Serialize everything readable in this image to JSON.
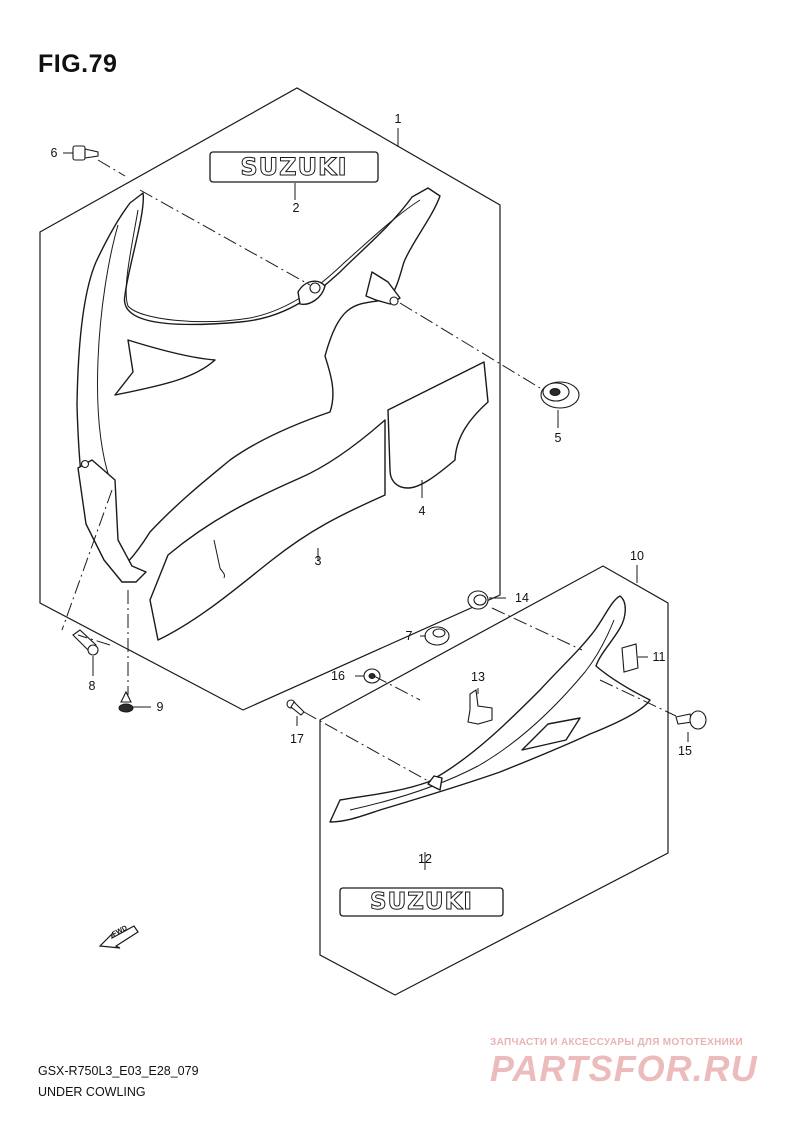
{
  "figure": {
    "title": "FIG.79"
  },
  "emblems": {
    "upper": "SUZUKI",
    "lower": "SUZUKI"
  },
  "fwd_arrow": {
    "label": "FWD"
  },
  "callouts": [
    {
      "id": "1",
      "label": "1"
    },
    {
      "id": "2",
      "label": "2"
    },
    {
      "id": "3",
      "label": "3"
    },
    {
      "id": "4",
      "label": "4"
    },
    {
      "id": "5",
      "label": "5"
    },
    {
      "id": "6",
      "label": "6"
    },
    {
      "id": "7",
      "label": "7"
    },
    {
      "id": "8",
      "label": "8"
    },
    {
      "id": "9",
      "label": "9"
    },
    {
      "id": "10",
      "label": "10"
    },
    {
      "id": "11",
      "label": "11"
    },
    {
      "id": "12",
      "label": "12"
    },
    {
      "id": "13",
      "label": "13"
    },
    {
      "id": "14",
      "label": "14"
    },
    {
      "id": "15",
      "label": "15"
    },
    {
      "id": "16",
      "label": "16"
    },
    {
      "id": "17",
      "label": "17"
    }
  ],
  "footer": {
    "model_code": "GSX-R750L3_E03_E28_079",
    "section_name": "UNDER COWLING"
  },
  "watermark": {
    "tagline": "ЗАПЧАСТИ И АКСЕССУАРЫ ДЛЯ МОТОТЕХНИКИ",
    "brand": "PARTSFOR.RU"
  }
}
